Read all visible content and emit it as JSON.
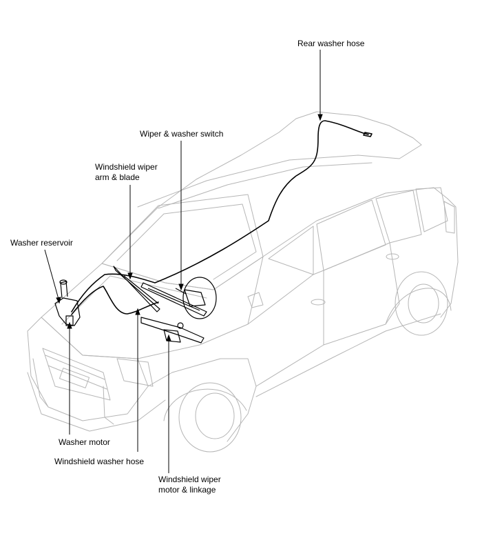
{
  "labels": {
    "rear_washer_hose": "Rear washer hose",
    "wiper_washer_switch": "Wiper & washer switch",
    "wiper_arm_blade_line1": "Windshield wiper",
    "wiper_arm_blade_line2": "arm & blade",
    "washer_reservoir": "Washer reservoir",
    "washer_motor": "Washer motor",
    "windshield_washer_hose": "Windshield washer hose",
    "wiper_motor_linkage_line1": "Windshield wiper",
    "wiper_motor_linkage_line2": "motor & linkage"
  },
  "colors": {
    "outline": "#b5b5b5",
    "component": "#000000",
    "leader": "#000000"
  }
}
